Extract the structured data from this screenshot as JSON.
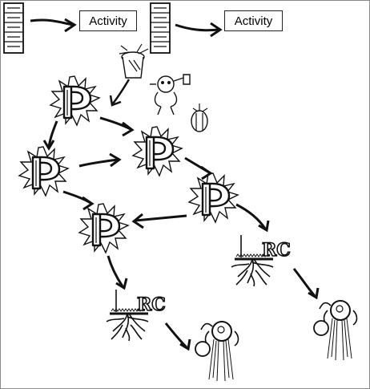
{
  "top_row": {
    "activity_label_1": "Activity",
    "activity_label_2": "Activity"
  },
  "nodes": {
    "p_glyph": "P",
    "rc_glyph": "RC"
  },
  "colors": {
    "ink": "#111111",
    "frame": "#8a8a8a",
    "background": "#ffffff"
  }
}
